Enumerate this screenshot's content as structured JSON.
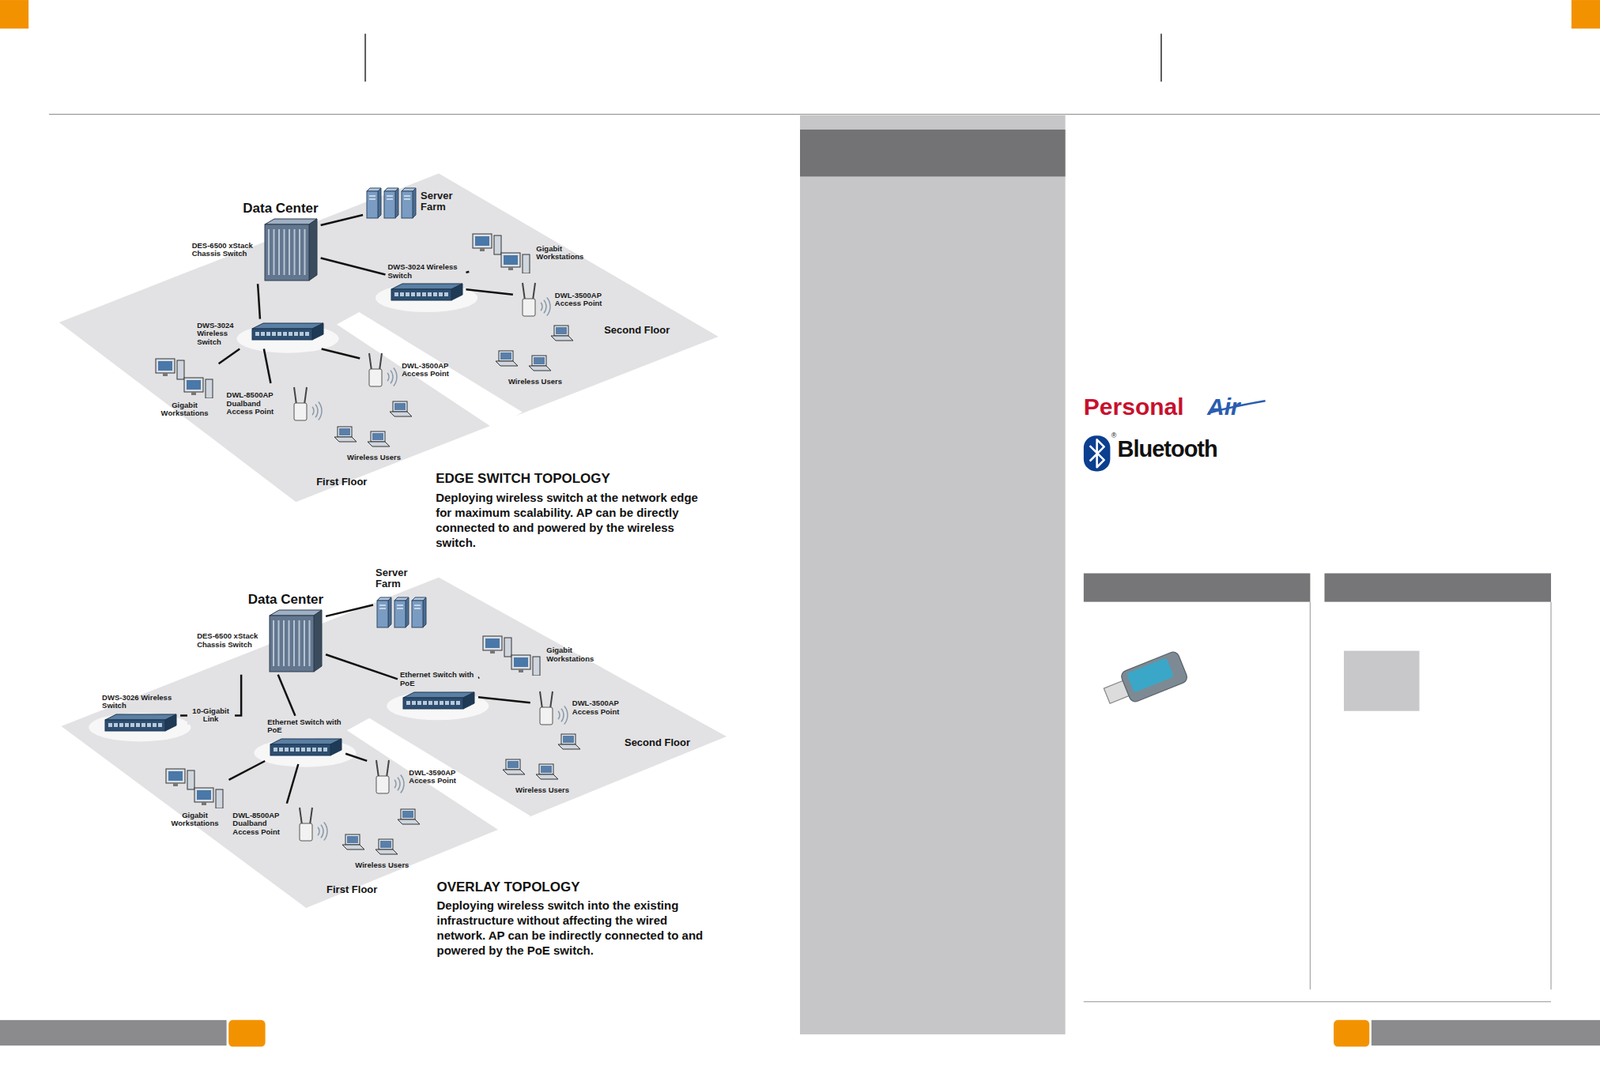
{
  "diagram": {
    "nodes": [
      {
        "text": [
          "Data Center",
          "DES-6500 xStack Chassis Switch"
        ]
      },
      {
        "text": [
          "Server Farm"
        ]
      },
      {
        "text": [
          "DWS-3024 Wireless Switch"
        ]
      },
      {
        "text": [
          "Gigabit Workstations"
        ]
      },
      {
        "text": [
          "DWL-3500AP Access Point"
        ]
      },
      {
        "text": [
          "Wireless Users"
        ]
      },
      {
        "text": [
          "DWS-3024 Wireless Switch"
        ]
      },
      {
        "text": [
          "Gigabit Workstations"
        ]
      },
      {
        "text": [
          "DWL-3500AP Access Point"
        ]
      },
      {
        "text": [
          "DWL-8500AP Dualband Access Point"
        ]
      },
      {
        "text": [
          "Wireless Users"
        ]
      },
      {
        "text": [
          "Data Center",
          "DES-6500 xStack Chassis Switch"
        ]
      },
      {
        "text": [
          "Server Farm"
        ]
      },
      {
        "text": [
          "DWS-3026 Wireless Switch"
        ]
      },
      {
        "text": [
          "Ethernet Switch with PoE"
        ]
      },
      {
        "text": [
          "Gigabit Workstations"
        ]
      },
      {
        "text": [
          "DWL-3500AP Access Point"
        ]
      },
      {
        "text": [
          "Wireless Users"
        ]
      },
      {
        "text": [
          "Ethernet Switch with PoE"
        ]
      },
      {
        "text": [
          "Gigabit Workstations"
        ]
      },
      {
        "text": [
          "DWL-3590AP Access Point"
        ]
      },
      {
        "text": [
          "DWL-8500AP Dualband Access Point"
        ]
      },
      {
        "text": [
          "Wireless Users"
        ]
      }
    ],
    "edges": [
      {
        "from": 0,
        "to": 1,
        "arrow": "none"
      },
      {
        "from": 0,
        "to": 2,
        "arrow": "none"
      },
      {
        "from": 0,
        "to": 6,
        "arrow": "none"
      },
      {
        "from": 2,
        "to": 3,
        "arrow": "none"
      },
      {
        "from": 2,
        "to": 4,
        "arrow": "none"
      },
      {
        "from": 6,
        "to": 7,
        "arrow": "none"
      },
      {
        "from": 6,
        "to": 8,
        "arrow": "none"
      },
      {
        "from": 6,
        "to": 9,
        "arrow": "none"
      },
      {
        "from": 11,
        "to": 12,
        "arrow": "none"
      },
      {
        "from": 11,
        "to": 13,
        "label": "10-Gigabit Link",
        "arrow": "none"
      },
      {
        "from": 11,
        "to": 14,
        "arrow": "none"
      },
      {
        "from": 11,
        "to": 18,
        "arrow": "none"
      },
      {
        "from": 14,
        "to": 15,
        "arrow": "none"
      },
      {
        "from": 14,
        "to": 16,
        "arrow": "none"
      },
      {
        "from": 18,
        "to": 19,
        "arrow": "none"
      },
      {
        "from": 18,
        "to": 20,
        "arrow": "none"
      },
      {
        "from": 18,
        "to": 21,
        "arrow": "none"
      }
    ],
    "labels": [
      "Second Floor",
      "First Floor",
      "EDGE SWITCH TOPOLOGY",
      "Deploying wireless switch at the network edge for maximum scalability. AP can be directly connected to and powered by the wireless switch.",
      "Second Floor",
      "First Floor",
      "OVERLAY TOPOLOGY",
      "Deploying wireless switch into the existing infrastructure without affecting the wired network. AP can be indirectly connected to and powered by the PoE switch.",
      "Personal",
      "Air",
      "®",
      "Bluetooth"
    ]
  }
}
